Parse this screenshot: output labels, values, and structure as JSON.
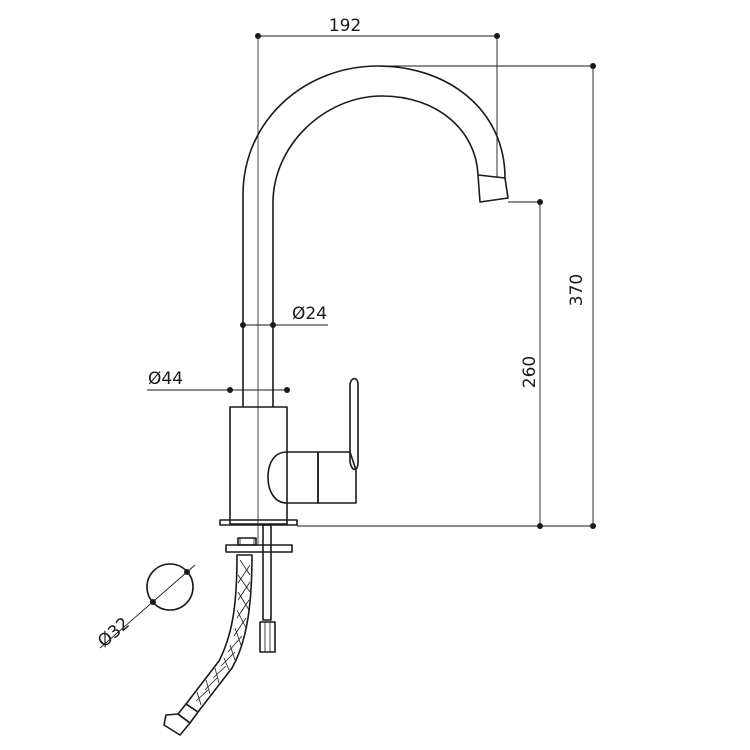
{
  "dimensions": {
    "spout_reach": "192",
    "total_height": "370",
    "spout_height": "260",
    "spout_diameter": "Ø24",
    "body_diameter": "Ø44",
    "hole_diameter": "Ø32"
  },
  "colors": {
    "line": "#1a1a1a",
    "background": "#ffffff"
  }
}
